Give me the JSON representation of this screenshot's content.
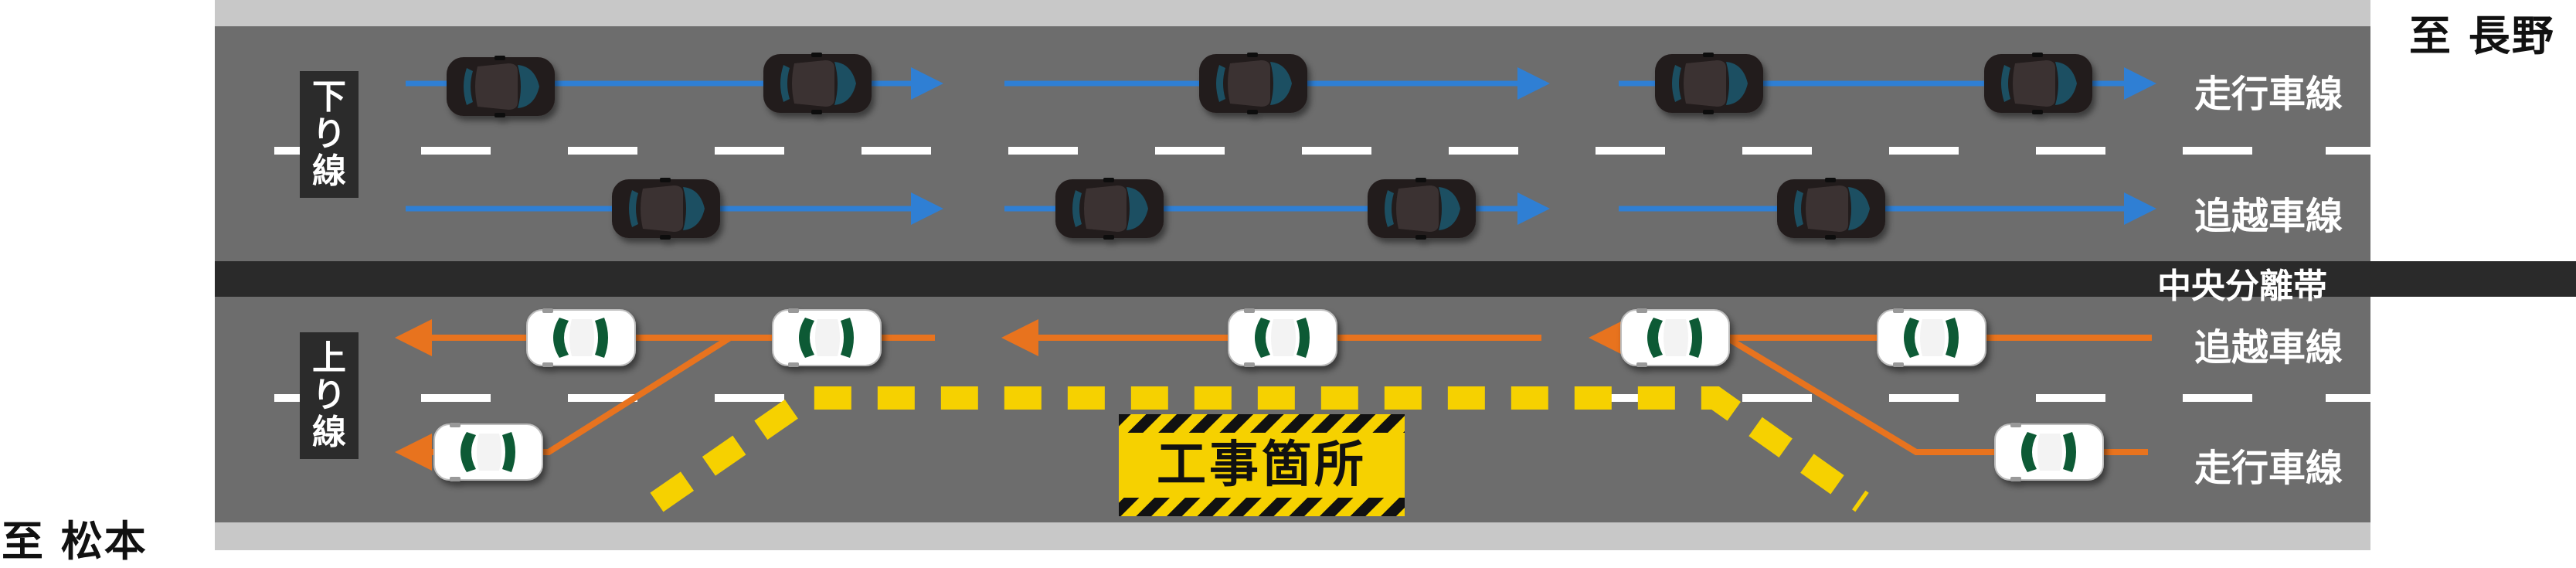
{
  "direction_labels": {
    "nagano": "至 長野",
    "matsumoto": "至 松本"
  },
  "sides": {
    "down": [
      "下",
      "り",
      "線"
    ],
    "up": [
      "上",
      "り",
      "線"
    ]
  },
  "lanes": {
    "down_travel": "走行車線",
    "down_passing": "追越車線",
    "up_passing": "追越車線",
    "up_travel": "走行車線"
  },
  "median": "中央分離帯",
  "construction": "工事箇所",
  "colors": {
    "road": "#6d6d6d",
    "shoulder": "#c8c8c8",
    "median": "#2a2a2a",
    "lane_marking": "#ffffff",
    "down_arrow": "#2f7fd4",
    "up_arrow": "#e8731e",
    "cone_line": "#f6d100",
    "sign": "#f6d100",
    "car_dark": "#231a1a",
    "car_white": "#ffffff",
    "car_window_dark": "#1a4f62",
    "car_window_white": "#0b5a34"
  },
  "icons": {
    "down_car": "dark-car-icon",
    "up_car": "white-car-icon",
    "arrow": "lane-arrow-icon",
    "sign": "construction-sign-icon"
  }
}
